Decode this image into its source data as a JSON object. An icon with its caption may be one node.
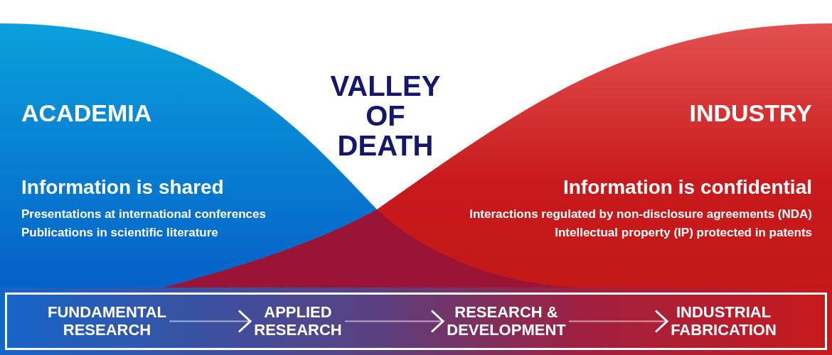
{
  "diagram": {
    "nodes": [
      {
        "text": [
          "ACADEMIA",
          "Information is shared",
          "Presentations at international conferences",
          "Publications in scientific literature"
        ]
      },
      {
        "text": [
          "INDUSTRY",
          "Information is confidential",
          "Interactions regulated by non-disclosure agreements (NDA)",
          "Intellectual property (IP) protected in patents"
        ]
      },
      {
        "text": [],
        "shape": "box"
      },
      {
        "text": [
          "FUNDAMENTAL RESEARCH"
        ],
        "in": 2
      },
      {
        "text": [
          "APPLIED RESEARCH"
        ],
        "in": 2
      },
      {
        "text": [
          "RESEARCH & DEVELOPMENT"
        ],
        "in": 2
      },
      {
        "text": [
          "INDUSTRIAL FABRICATION"
        ],
        "in": 2
      }
    ],
    "edges": [
      {
        "from": 3,
        "to": 4,
        "arrow": "to"
      },
      {
        "from": 4,
        "to": 5,
        "arrow": "to"
      },
      {
        "from": 5,
        "to": 6,
        "arrow": "to"
      }
    ],
    "labels": [
      "VALLEY OF DEATH"
    ]
  }
}
